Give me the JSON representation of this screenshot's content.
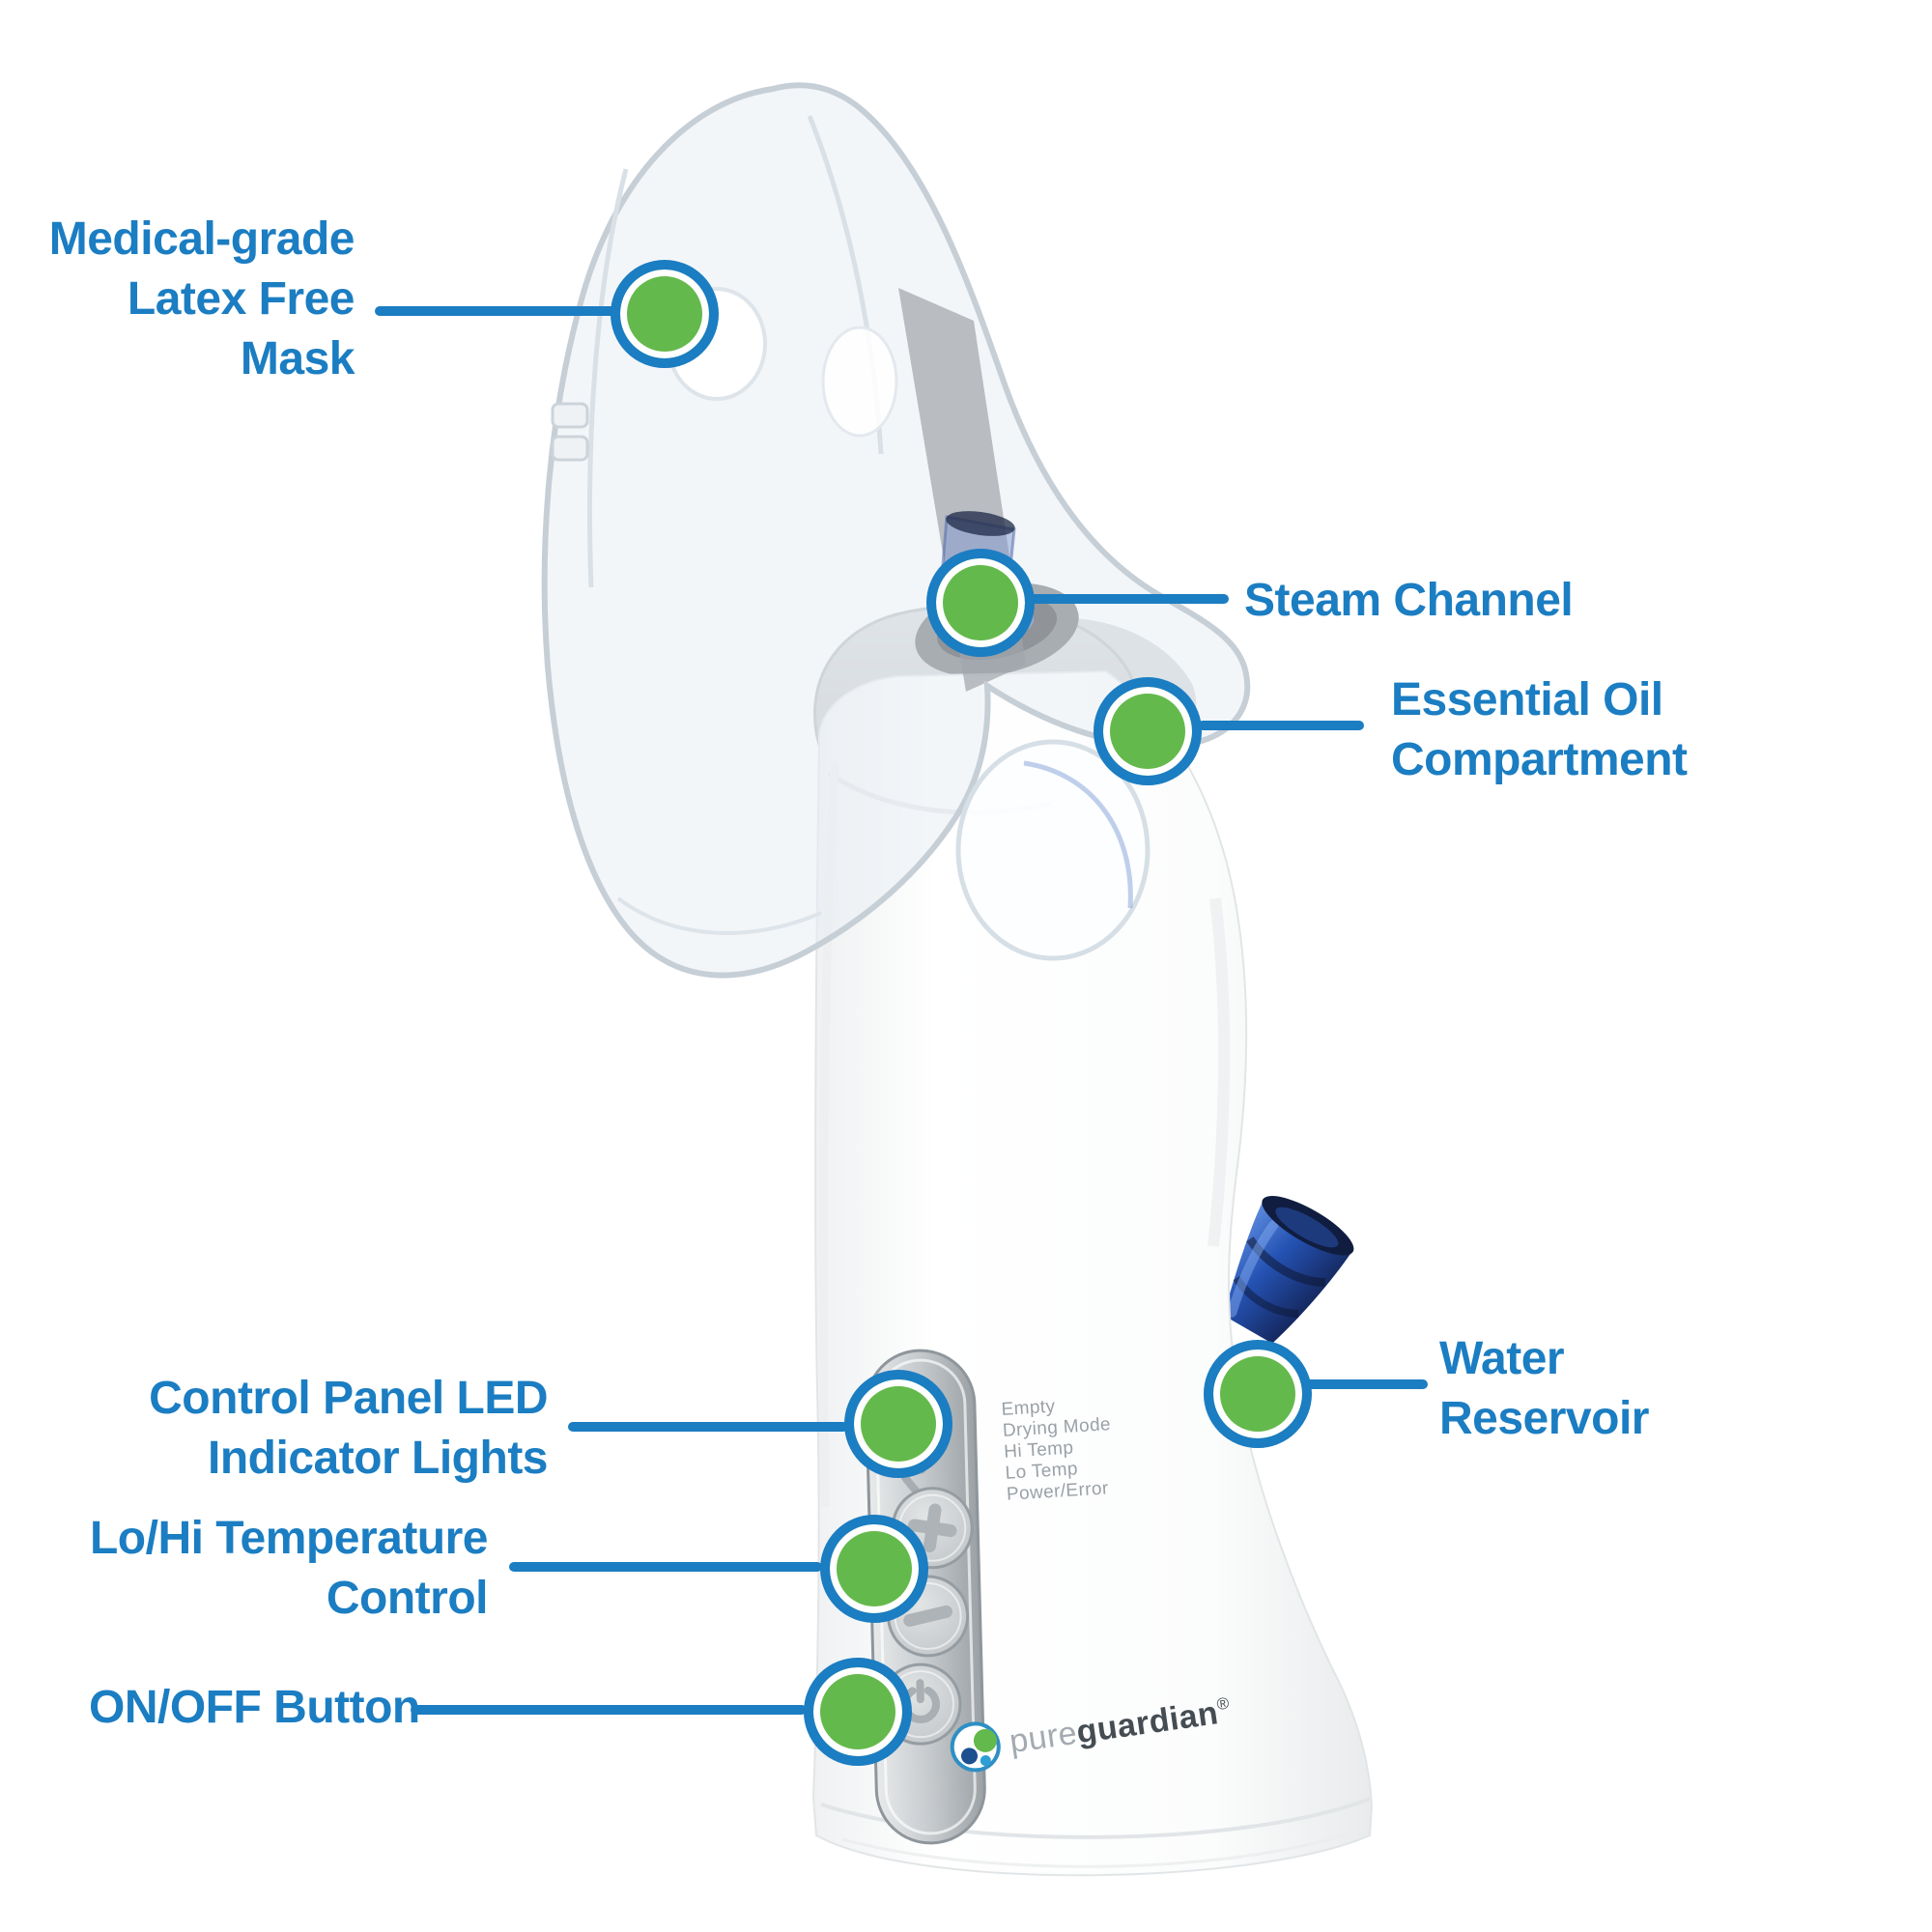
{
  "diagram": {
    "background": "#ffffff",
    "accent_blue": "#1b7dc2",
    "marker_green": "#64b94c"
  },
  "callouts": {
    "mask": {
      "lines": [
        "Medical-grade",
        "Latex Free",
        "Mask"
      ]
    },
    "steam_channel": {
      "lines": [
        "Steam Channel"
      ]
    },
    "essential_oil": {
      "lines": [
        "Essential Oil",
        "Compartment"
      ]
    },
    "water_reservoir": {
      "lines": [
        "Water",
        "Reservoir"
      ]
    },
    "control_leds": {
      "lines": [
        "Control Panel LED",
        "Indicator Lights"
      ]
    },
    "temp_control": {
      "lines": [
        "Lo/Hi Temperature",
        "Control"
      ]
    },
    "on_off": {
      "lines": [
        "ON/OFF Button"
      ]
    }
  },
  "device": {
    "control_panel": {
      "led_labels": [
        "Empty",
        "Drying Mode",
        "Hi Temp",
        "Lo Temp",
        "Power/Error"
      ],
      "buttons": [
        {
          "name": "temperature-up",
          "symbol": "plus"
        },
        {
          "name": "temperature-down",
          "symbol": "minus"
        },
        {
          "name": "power",
          "symbol": "power"
        }
      ]
    },
    "logo": {
      "pure": "pure",
      "guardian": "guardian",
      "registered": "®"
    }
  }
}
